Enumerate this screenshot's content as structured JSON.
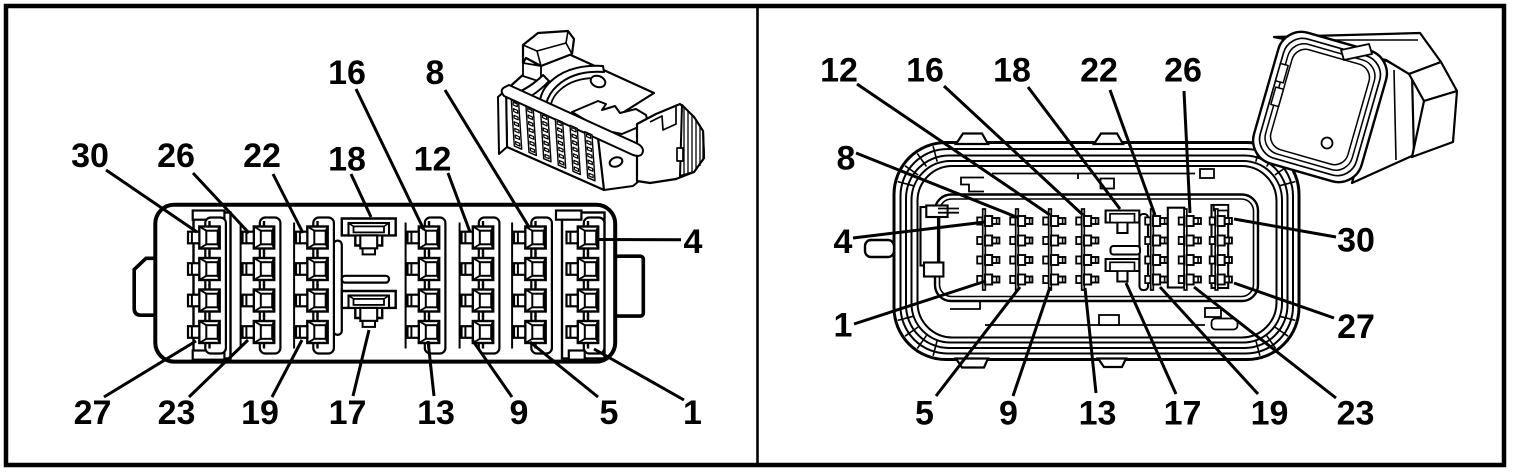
{
  "figure": {
    "type": "connector-pinout-diagram",
    "background_color": "#ffffff",
    "line_color": "#000000",
    "panels": 2
  },
  "left_panel": {
    "description": "30-way connector face view with isometric connector drawing",
    "labels": [
      {
        "pin": "30"
      },
      {
        "pin": "26"
      },
      {
        "pin": "22"
      },
      {
        "pin": "18"
      },
      {
        "pin": "16"
      },
      {
        "pin": "8"
      },
      {
        "pin": "12"
      },
      {
        "pin": "4"
      },
      {
        "pin": "27"
      },
      {
        "pin": "23"
      },
      {
        "pin": "19"
      },
      {
        "pin": "17"
      },
      {
        "pin": "13"
      },
      {
        "pin": "9"
      },
      {
        "pin": "5"
      },
      {
        "pin": "1"
      }
    ]
  },
  "right_panel": {
    "description": "30-way connector mating-end view with isometric connector drawing",
    "labels": [
      {
        "pin": "12"
      },
      {
        "pin": "16"
      },
      {
        "pin": "18"
      },
      {
        "pin": "22"
      },
      {
        "pin": "26"
      },
      {
        "pin": "8"
      },
      {
        "pin": "4"
      },
      {
        "pin": "1"
      },
      {
        "pin": "30"
      },
      {
        "pin": "27"
      },
      {
        "pin": "5"
      },
      {
        "pin": "9"
      },
      {
        "pin": "13"
      },
      {
        "pin": "17"
      },
      {
        "pin": "19"
      },
      {
        "pin": "23"
      }
    ]
  }
}
